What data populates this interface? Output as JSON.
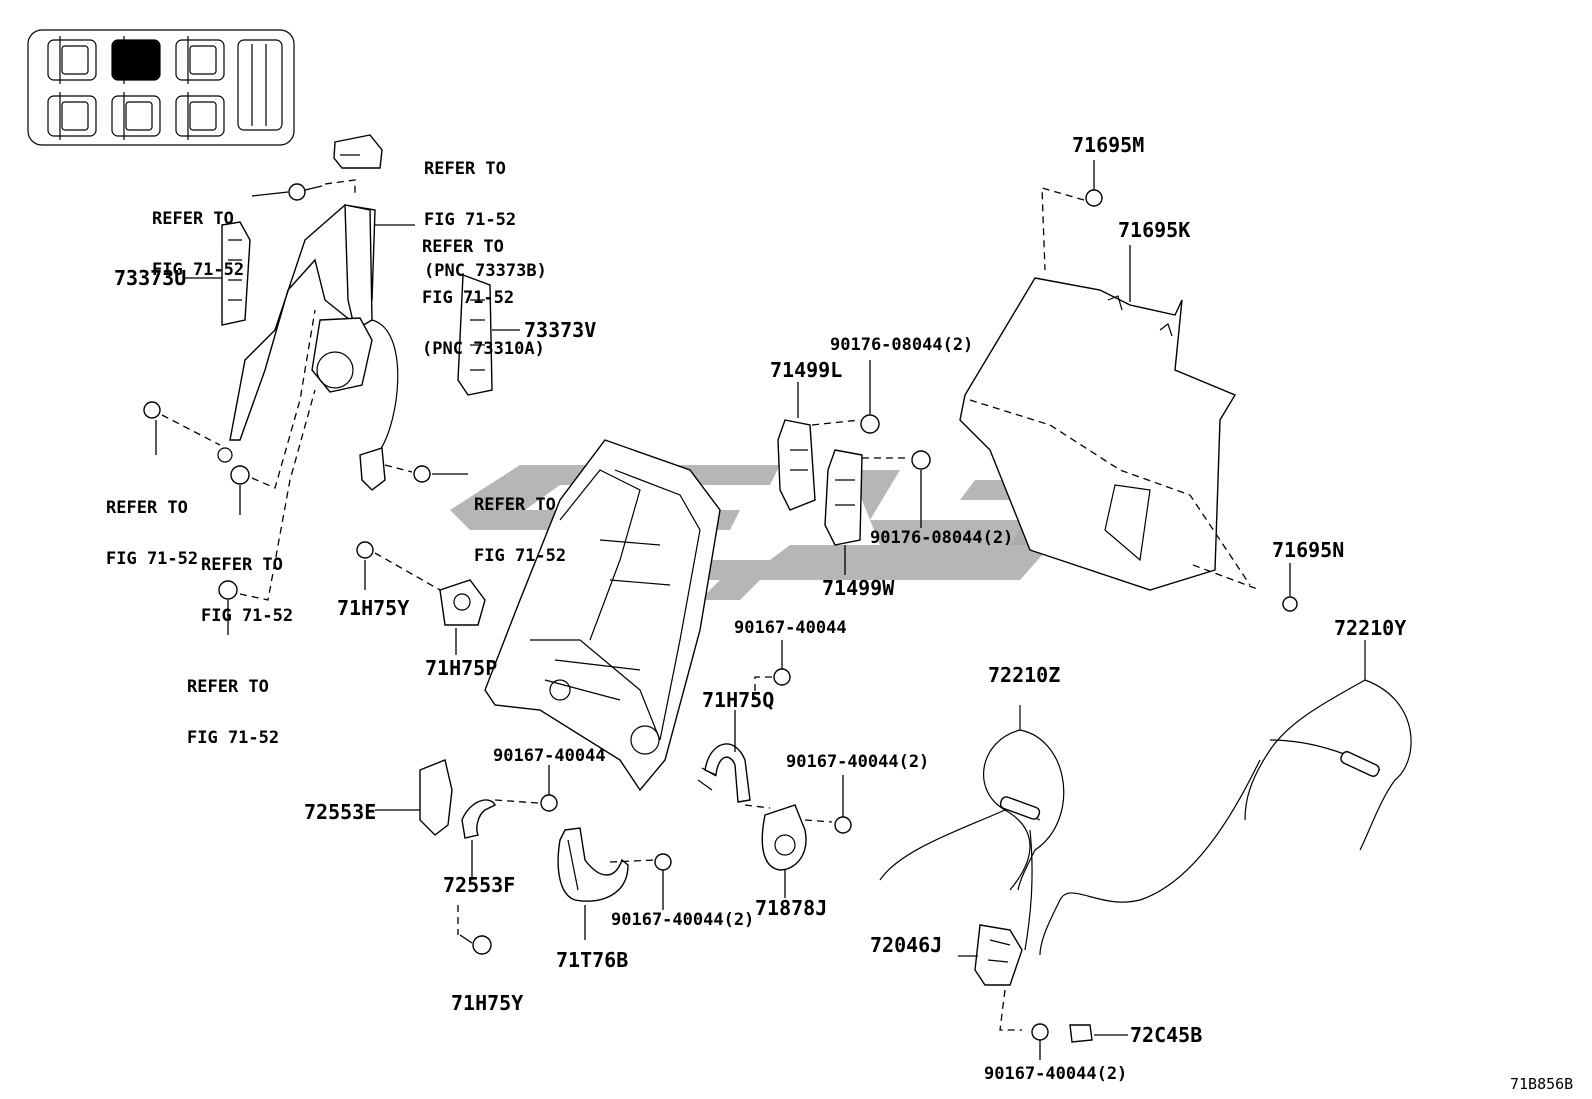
{
  "diagram_code": "71B856B",
  "refer_notes": {
    "ref1": [
      "REFER TO",
      "FIG 71-52",
      "(PNC 73373B)"
    ],
    "ref2": [
      "REFER TO",
      "FIG 71-52"
    ],
    "ref3": [
      "REFER TO",
      "FIG 71-52",
      "(PNC 73310A)"
    ],
    "ref4": [
      "REFER TO",
      "FIG 71-52"
    ],
    "ref5": [
      "REFER TO",
      "FIG 71-52"
    ],
    "ref6": [
      "REFER TO",
      "FIG 71-52"
    ],
    "ref7": [
      "REFER TO",
      "FIG 71-52"
    ]
  },
  "parts": {
    "p73373U": "73373U",
    "p73373V": "73373V",
    "p71H75Y_a": "71H75Y",
    "p71H75P": "71H75P",
    "p71499L": "71499L",
    "p71499W": "71499W",
    "p90176_a": "90176-08044(2)",
    "p90176_b": "90176-08044(2)",
    "p71695M": "71695M",
    "p71695K": "71695K",
    "p71695N": "71695N",
    "p72210Y": "72210Y",
    "p72210Z": "72210Z",
    "p90167_a": "90167-40044",
    "p71H75Q": "71H75Q",
    "p90167_b": "90167-40044",
    "p90167_c": "90167-40044(2)",
    "p72553E": "72553E",
    "p72553F": "72553F",
    "p71H75Y_b": "71H75Y",
    "p71T76B": "71T76B",
    "p90167_d": "90167-40044(2)",
    "p71878J": "71878J",
    "p72046J": "72046J",
    "p72C45B": "72C45B",
    "p90167_e": "90167-40044(2)"
  }
}
